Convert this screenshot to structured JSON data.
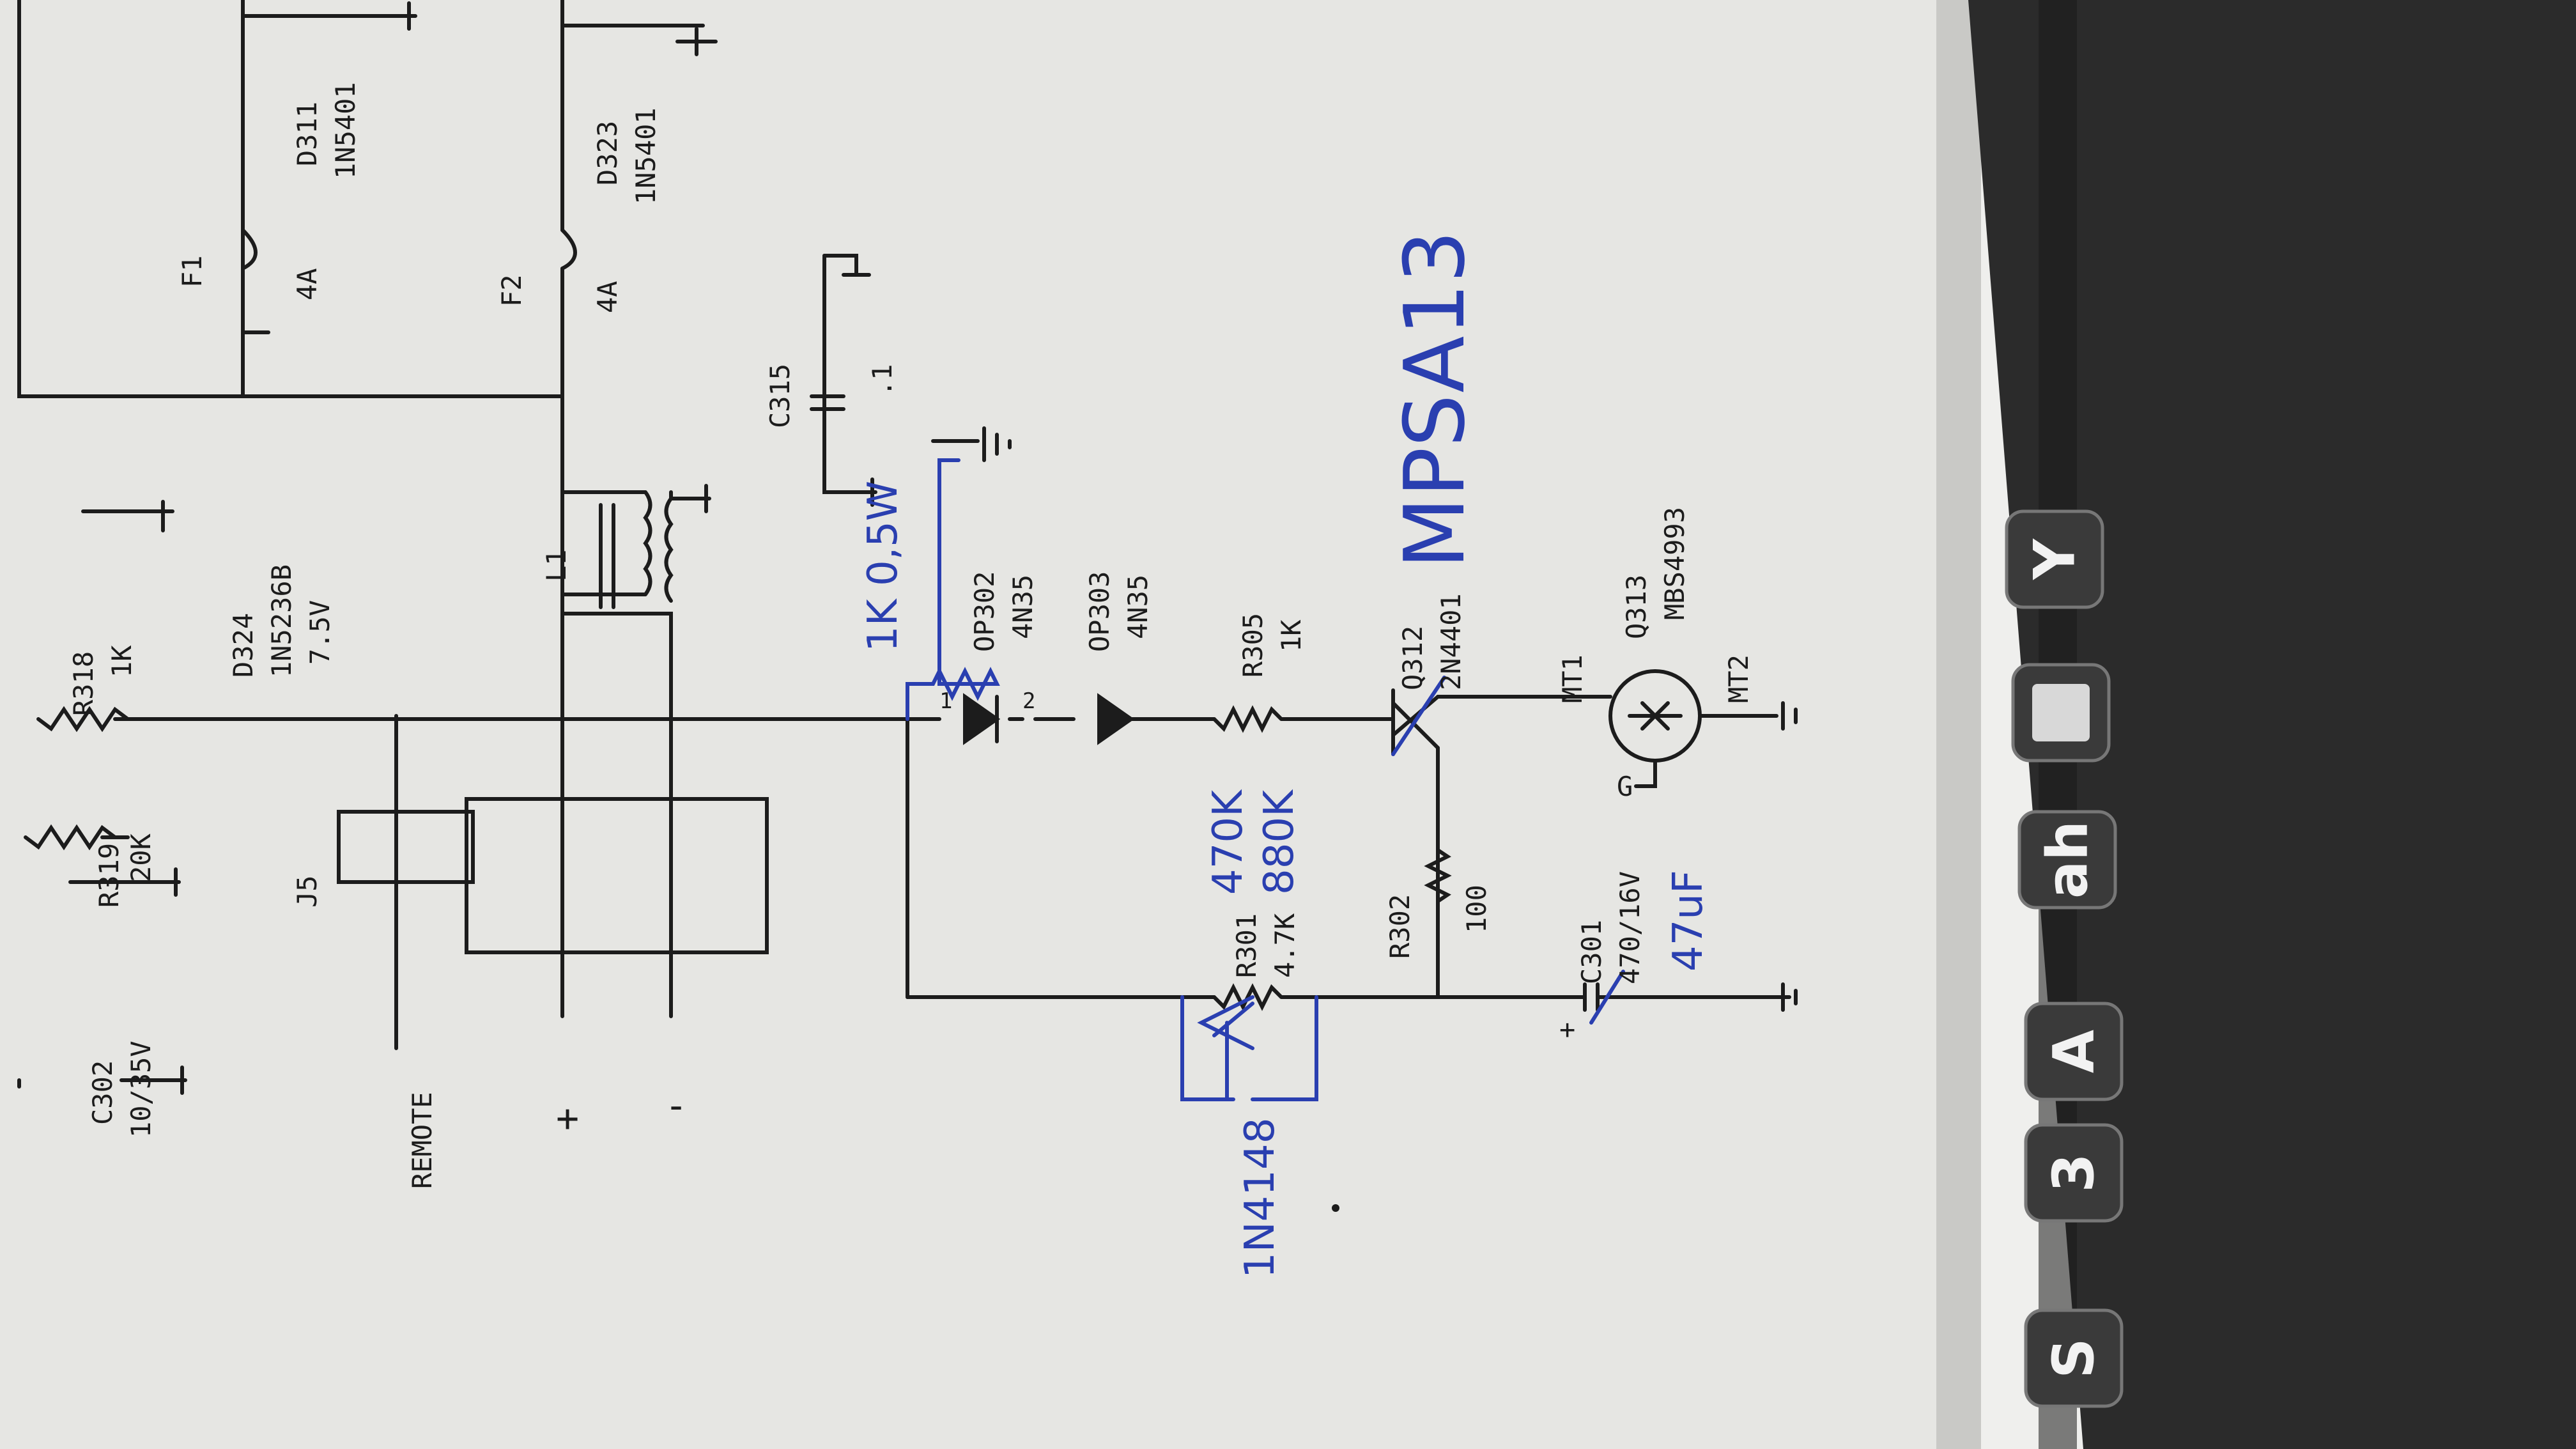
{
  "labels": {
    "c302": "C302",
    "c302_val": "10/35V",
    "r319": "R319",
    "r319_val": "20K",
    "r318": "R318",
    "r318_val": "1K",
    "d324": "D324",
    "d324_part": "1N5236B",
    "d324_val": "7.5V",
    "j5": "J5",
    "remote": "REMOTE",
    "plus": "+",
    "minus": "-",
    "l1": "L1",
    "f1": "F1",
    "f1_val": "4A",
    "f2": "F2",
    "f2_val": "4A",
    "d311": "D311",
    "d311_part": "1N5401",
    "d323": "D323",
    "d323_part": "1N5401",
    "c315": "C315",
    "c315_val": ".1",
    "op302": "OP302",
    "op302_part": "4N35",
    "op303": "OP303",
    "op303_part": "4N35",
    "r305": "R305",
    "r305_val": "1K",
    "q312": "Q312",
    "q312_part": "2N4401",
    "q313": "Q313",
    "q313_part": "MBS4993",
    "mt1": "MT1",
    "mt2": "MT2",
    "gate": "G",
    "r301": "R301",
    "r301_val": "4.7K",
    "r302": "R302",
    "r302_val": "100",
    "c301": "C301",
    "c301_val": "470/16V",
    "c301_plus": "+",
    "pin1": "1",
    "pin2": "2"
  },
  "annotations": {
    "res_1k_05w": "1K 0,5W",
    "r301_new": "470K",
    "r301_new2": "880K",
    "q312_new": "MPSA13",
    "c301_new": "47uF",
    "diode_new": "1N4148"
  },
  "dock": {
    "icons": [
      "S",
      "3",
      "A",
      "ah",
      "printer-icon",
      "Y"
    ]
  },
  "colors": {
    "ink": "#1c1c1c",
    "pen": "#2a3fb0",
    "paper": "#e6e6e3",
    "dock": "#2b2b2b"
  }
}
